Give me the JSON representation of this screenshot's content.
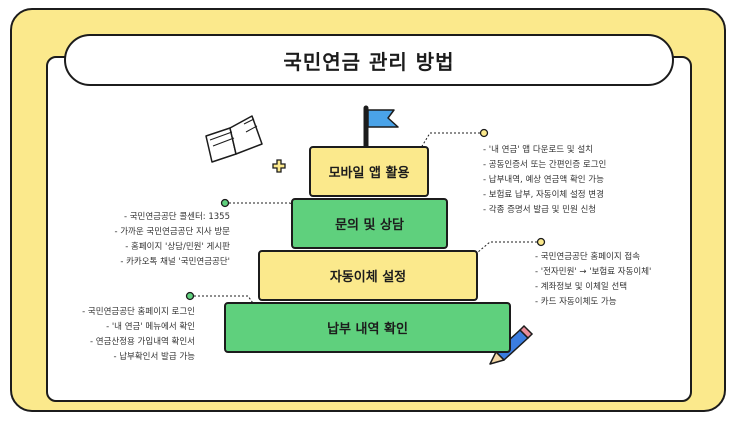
{
  "title": "국민연금 관리 방법",
  "tiers": [
    {
      "label": "모바일 앱 활용"
    },
    {
      "label": "문의 및 상담"
    },
    {
      "label": "자동이체 설정"
    },
    {
      "label": "납부 내역 확인"
    }
  ],
  "details": {
    "mobile": [
      "- '내 연금' 앱 다운로드 및 설치",
      "- 공동인증서 또는 간편인증 로그인",
      "- 납부내역, 예상 연금액 확인 가능",
      "- 보험료 납부, 자동이체 설정 변경",
      "- 각종 증명서 발급 및 민원 신청"
    ],
    "inquiry": [
      "- 국민연금공단 콜센터: 1355",
      "- 가까운 국민연금공단 지사 방문",
      "- 홈페이지 '상담/민원' 게시판",
      "- 카카오톡 채널 '국민연금공단'"
    ],
    "autopay": [
      "- 국민연금공단 홈페이지 접속",
      "- '전자민원' → '보험료 자동이체'",
      "- 계좌정보 및 이체일 선택",
      "- 카드 자동이체도 가능"
    ],
    "history": [
      "- 국민연금공단 홈페이지 로그인",
      "- '내 연금' 메뉴에서 확인",
      "- 연금산정용 가입내역 확인서",
      "- 납부확인서 발급 가능"
    ]
  },
  "colors": {
    "yellow": "#fbe98c",
    "green": "#5fd07d",
    "flag": "#4aa3e8",
    "pencil": "#3b7de0",
    "outline": "#1c1c1c"
  },
  "icons": [
    "book-icon",
    "flag-icon",
    "plus-sparkle-icon",
    "pencil-icon"
  ]
}
